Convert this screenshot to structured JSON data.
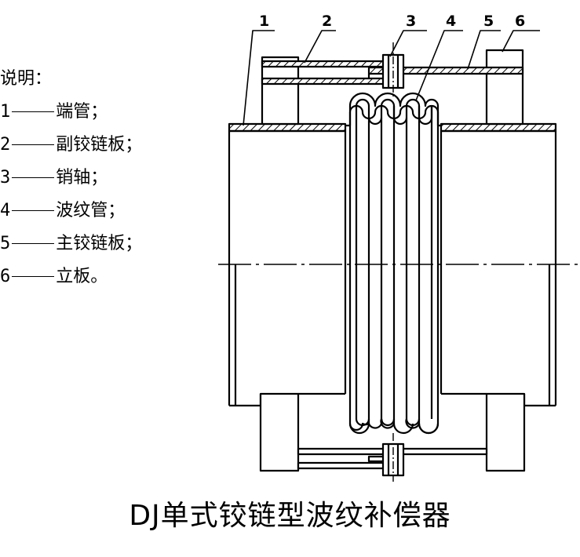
{
  "legend": {
    "title": "说明：",
    "items": [
      {
        "num": "1",
        "label": "端管；"
      },
      {
        "num": "2",
        "label": "副铰链板；"
      },
      {
        "num": "3",
        "label": "销轴；"
      },
      {
        "num": "4",
        "label": "波纹管；"
      },
      {
        "num": "5",
        "label": "主铰链板；"
      },
      {
        "num": "6",
        "label": "立板。"
      }
    ]
  },
  "callouts": [
    "1",
    "2",
    "3",
    "4",
    "5",
    "6"
  ],
  "caption": "DJ单式铰链型波纹补偿器",
  "colors": {
    "line": "#000000",
    "background": "#ffffff"
  }
}
